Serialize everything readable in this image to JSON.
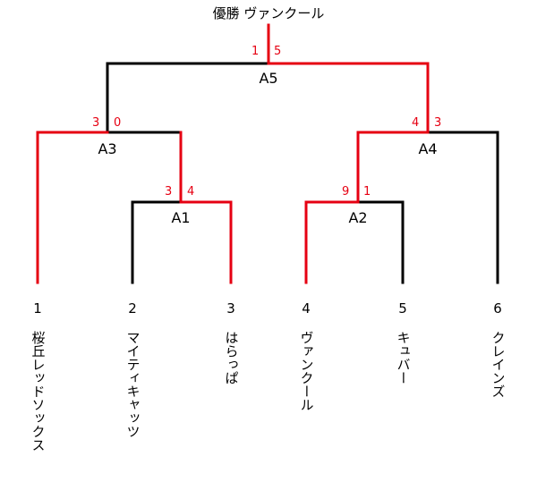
{
  "champion": {
    "prefix": "優勝",
    "name": "ヴァンクール"
  },
  "matches": {
    "a1": "A1",
    "a2": "A2",
    "a3": "A3",
    "a4": "A4",
    "a5": "A5"
  },
  "scores": {
    "a1_left": "3",
    "a1_right": "4",
    "a2_left": "9",
    "a2_right": "1",
    "a3_left": "3",
    "a3_right": "0",
    "a4_left": "4",
    "a4_right": "3",
    "a5_left": "1",
    "a5_right": "5"
  },
  "teams": [
    {
      "seed": "1",
      "name": "桜丘レッドソックス"
    },
    {
      "seed": "2",
      "name": "マイティキャッツ"
    },
    {
      "seed": "3",
      "name": "はらっぱ"
    },
    {
      "seed": "4",
      "name": "ヴァンクール"
    },
    {
      "seed": "5",
      "name": "キュバー"
    },
    {
      "seed": "6",
      "name": "クレインズ"
    }
  ],
  "colors": {
    "winner_line": "#e60012",
    "loser_line": "#000000",
    "score_text": "#e60012"
  }
}
